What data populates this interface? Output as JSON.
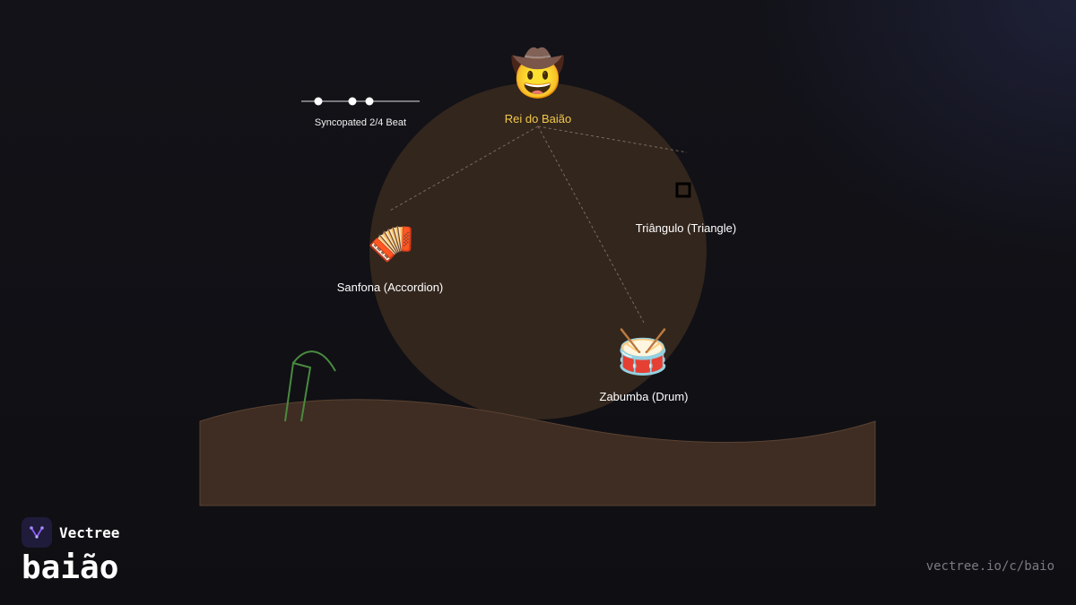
{
  "brand": {
    "name": "Vectree",
    "word": "baião",
    "url": "vectree.io/c/baio",
    "accent": "#8b5cf6"
  },
  "diagram": {
    "sun_color": "#3a2a1f",
    "ground_color": "#3f2d23",
    "cactus_color": "#4a8a3f",
    "beat": {
      "label": "Syncopated 2/4 Beat"
    },
    "nodes": {
      "king": {
        "label": "Rei do Baião",
        "icon": "cowboy-hat-face",
        "color": "#f2c94c"
      },
      "accordion": {
        "label": "Sanfona (Accordion)",
        "icon": "accordion"
      },
      "triangle": {
        "label": "Triângulo (Triangle)",
        "icon": "triangle-square"
      },
      "drum": {
        "label": "Zabumba (Drum)",
        "icon": "drum"
      }
    }
  }
}
